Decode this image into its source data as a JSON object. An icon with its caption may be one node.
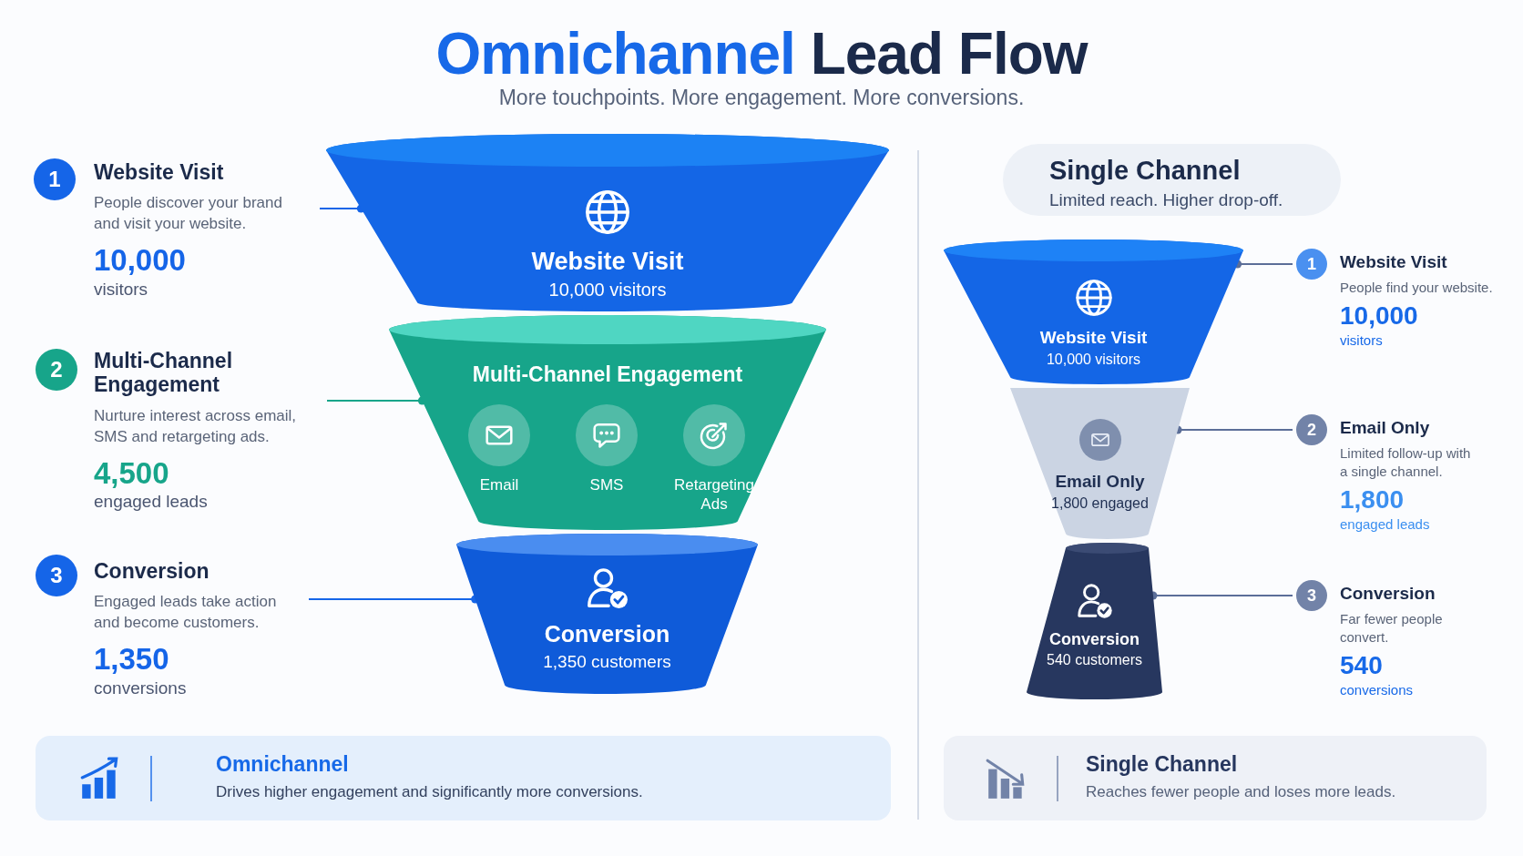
{
  "diagram": {
    "title": "Omnichannel Lead Flow",
    "nodes": [
      {
        "text": [
          "1"
        ]
      },
      {
        "text": [
          "Website Visit",
          "People discover your brand and visit your website.",
          "10,000",
          "visitors"
        ]
      },
      {
        "text": [
          "2"
        ]
      },
      {
        "text": [
          "Multi-Channel Engagement",
          "Nurture interest across email, SMS and retargeting ads.",
          "4,500",
          "engaged leads"
        ]
      },
      {
        "text": [
          "3"
        ]
      },
      {
        "text": [
          "Conversion",
          "Engaged leads take action and become customers.",
          "1,350",
          "conversions"
        ]
      },
      {
        "text": [
          "Website Visit",
          "10,000 visitors"
        ]
      },
      {
        "text": [
          "Multi-Channel Engagement"
        ]
      },
      {
        "text": [
          "Email"
        ],
        "in": 7
      },
      {
        "text": [
          "SMS"
        ],
        "in": 7
      },
      {
        "text": [
          "Retargeting Ads"
        ],
        "in": 7
      },
      {
        "text": [
          "Conversion",
          "1,350 customers"
        ]
      },
      {
        "text": [
          "Single Channel",
          "Limited reach. Higher drop-off."
        ]
      },
      {
        "text": [
          "Website Visit",
          "10,000 visitors"
        ]
      },
      {
        "text": [
          "Email Only",
          "1,800 engaged"
        ]
      },
      {
        "text": [
          "Conversion",
          "540 customers"
        ]
      },
      {
        "text": [
          "1"
        ]
      },
      {
        "text": [
          "Website Visit",
          "People find your website.",
          "10,000",
          "visitors"
        ]
      },
      {
        "text": [
          "2"
        ]
      },
      {
        "text": [
          "Email Only",
          "Limited follow-up with a single channel.",
          "1,800",
          "engaged leads"
        ]
      },
      {
        "text": [
          "3"
        ]
      },
      {
        "text": [
          "Conversion",
          "Far fewer people convert.",
          "540",
          "conversions"
        ]
      },
      {
        "text": [
          "Omnichannel",
          "Drives higher engagement and significantly more conversions."
        ]
      },
      {
        "text": [
          "Single Channel",
          "Reaches fewer people and loses more leads."
        ]
      }
    ],
    "edges": [
      {
        "from": 1,
        "to": 6,
        "arrow": "other",
        "color": "#1565e8"
      },
      {
        "from": 3,
        "to": 7,
        "arrow": "other",
        "color": "#17a58a"
      },
      {
        "from": 5,
        "to": 11,
        "arrow": "other",
        "color": "#1565e8"
      },
      {
        "from": 16,
        "to": 13,
        "arrow": "other"
      },
      {
        "from": 18,
        "to": 14,
        "arrow": "other"
      },
      {
        "from": 20,
        "to": 15,
        "arrow": "other"
      }
    ],
    "labels": [
      "More touchpoints. More engagement. More conversions."
    ]
  }
}
